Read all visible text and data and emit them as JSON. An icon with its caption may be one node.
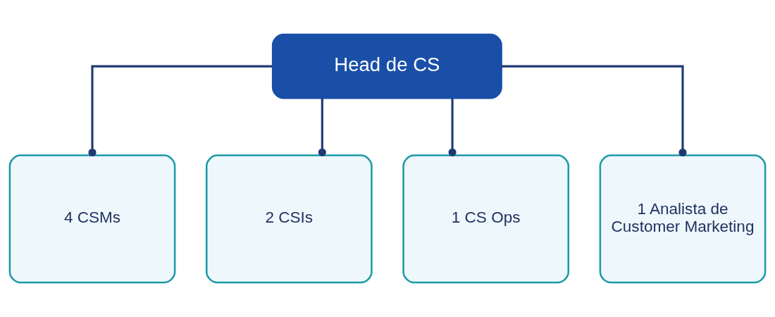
{
  "diagram": {
    "nodes": [
      {
        "text": [
          "Head de CS"
        ]
      },
      {
        "text": [
          "4 CSMs"
        ]
      },
      {
        "text": [
          "2 CSIs"
        ]
      },
      {
        "text": [
          "1 CS Ops"
        ]
      },
      {
        "text": [
          "1 Analista de Customer Marketing"
        ]
      }
    ],
    "edges": [
      {
        "from": 0,
        "to": 1,
        "arrow": "other"
      },
      {
        "from": 0,
        "to": 2,
        "arrow": "other"
      },
      {
        "from": 0,
        "to": 3,
        "arrow": "other"
      },
      {
        "from": 0,
        "to": 4,
        "arrow": "other"
      }
    ]
  }
}
